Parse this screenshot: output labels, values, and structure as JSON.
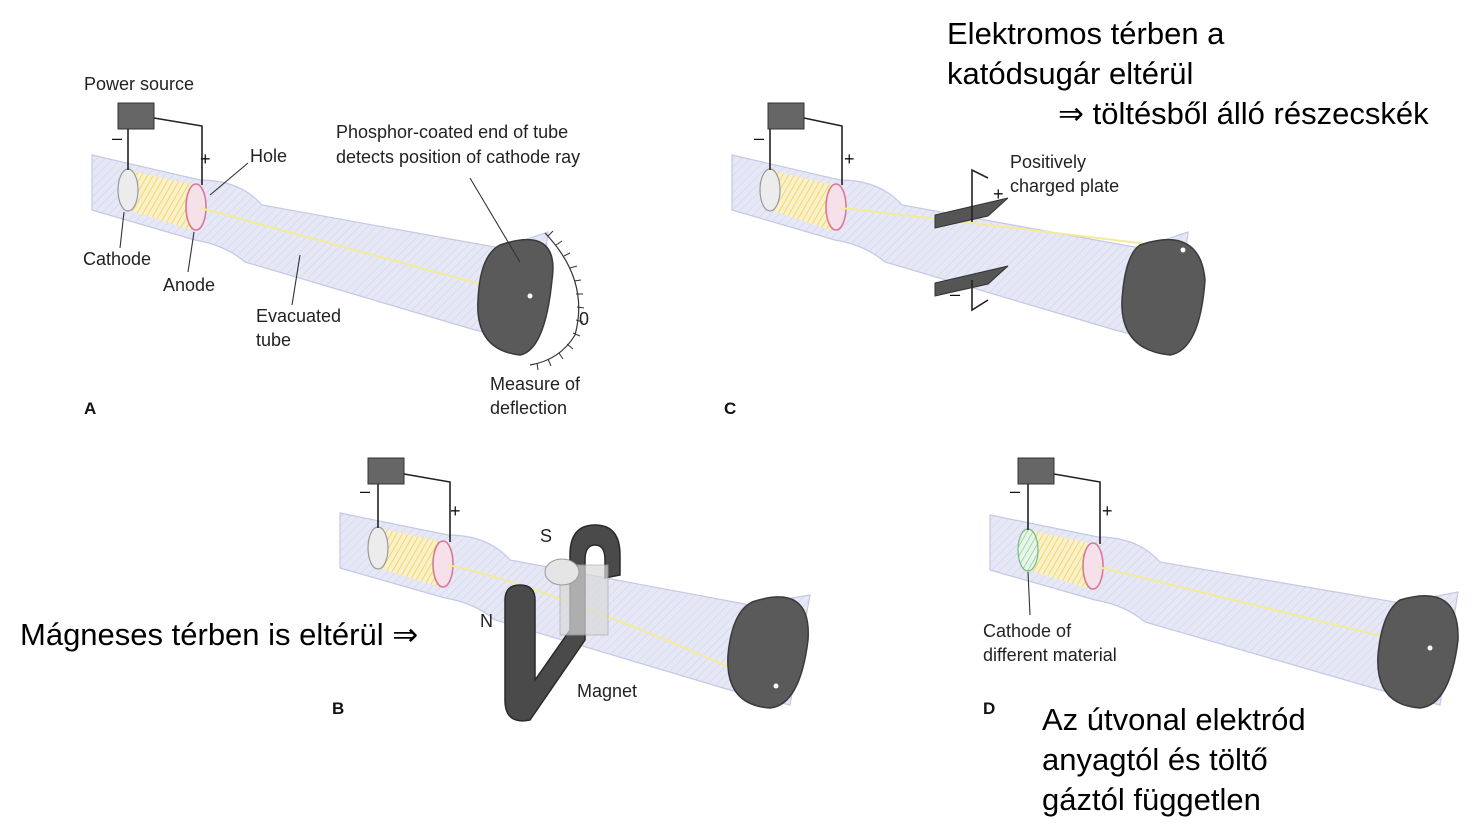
{
  "panels": {
    "a": {
      "letter": "A",
      "power_source": "Power source",
      "minus": "–",
      "plus": "+",
      "hole": "Hole",
      "phosphor_line1": "Phosphor-coated end of tube",
      "phosphor_line2": "detects position of cathode ray",
      "cathode": "Cathode",
      "anode": "Anode",
      "evacuated_line1": "Evacuated",
      "evacuated_line2": "tube",
      "zero": "0",
      "measure_line1": "Measure of",
      "measure_line2": "deflection"
    },
    "b": {
      "letter": "B",
      "minus": "–",
      "plus": "+",
      "s_pole": "S",
      "n_pole": "N",
      "magnet": "Magnet"
    },
    "c": {
      "letter": "C",
      "minus": "–",
      "plus": "+",
      "plate_plus": "+",
      "plate_minus": "–",
      "plate_line1": "Positively",
      "plate_line2": "charged plate"
    },
    "d": {
      "letter": "D",
      "minus": "–",
      "plus": "+",
      "cathode_line1": "Cathode of",
      "cathode_line2": "different material"
    }
  },
  "annotations": {
    "electric_line1": "Elektromos térben a",
    "electric_line2": "katódsugár eltérül",
    "electric_line3": "⇒ töltésből álló részecskék",
    "magnetic": "Mágneses térben is eltérül ⇒",
    "path_line1": "Az útvonal elektród",
    "path_line2": "anyagtól és töltő",
    "path_line3": "gáztól független"
  },
  "colors": {
    "tube": "#e6e8f6",
    "glow": "#f3d36b",
    "anode": "#d47a9e",
    "screen": "#5a5a5a",
    "green_cathode": "#9fd7a8"
  }
}
